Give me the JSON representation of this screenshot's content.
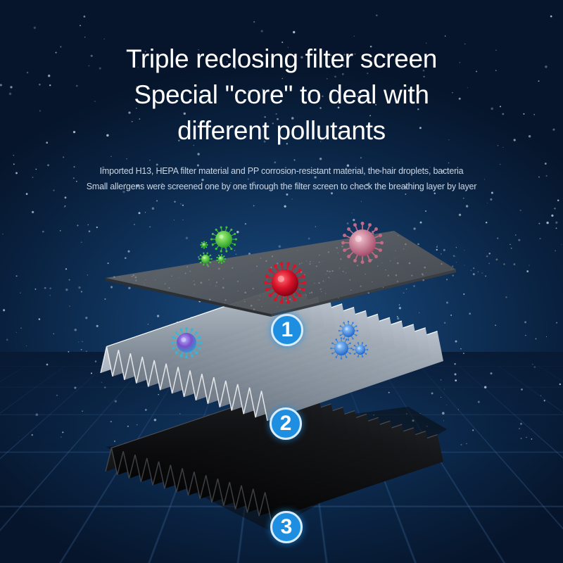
{
  "heading": {
    "line1": "Triple reclosing filter screen",
    "line2": "Special \"core\" to deal with",
    "line3": "different pollutants"
  },
  "description": {
    "line1": "Imported H13, HEPA filter material and PP corrosion-resistant material, the hair droplets, bacteria",
    "line2": "Small allergens were screened one by one through the filter screen to check the breathing layer by layer"
  },
  "layers": [
    {
      "number": "1",
      "material": "gray-mesh-sheet"
    },
    {
      "number": "2",
      "material": "white-pleated-hepa"
    },
    {
      "number": "3",
      "material": "black-pleated-carbon"
    }
  ],
  "colors": {
    "background": "#0a2444",
    "badge": "#1e8fe0",
    "virus_green": "#3ec43a",
    "virus_red": "#d8132a",
    "virus_pink": "#c46a86",
    "virus_blue": "#2c7ee0",
    "virus_cyan": "#35b6dc"
  },
  "icons": [
    "green-virus-icon",
    "red-virus-icon",
    "pink-virus-icon",
    "blue-virus-cluster-icon",
    "cyan-virus-icon"
  ]
}
